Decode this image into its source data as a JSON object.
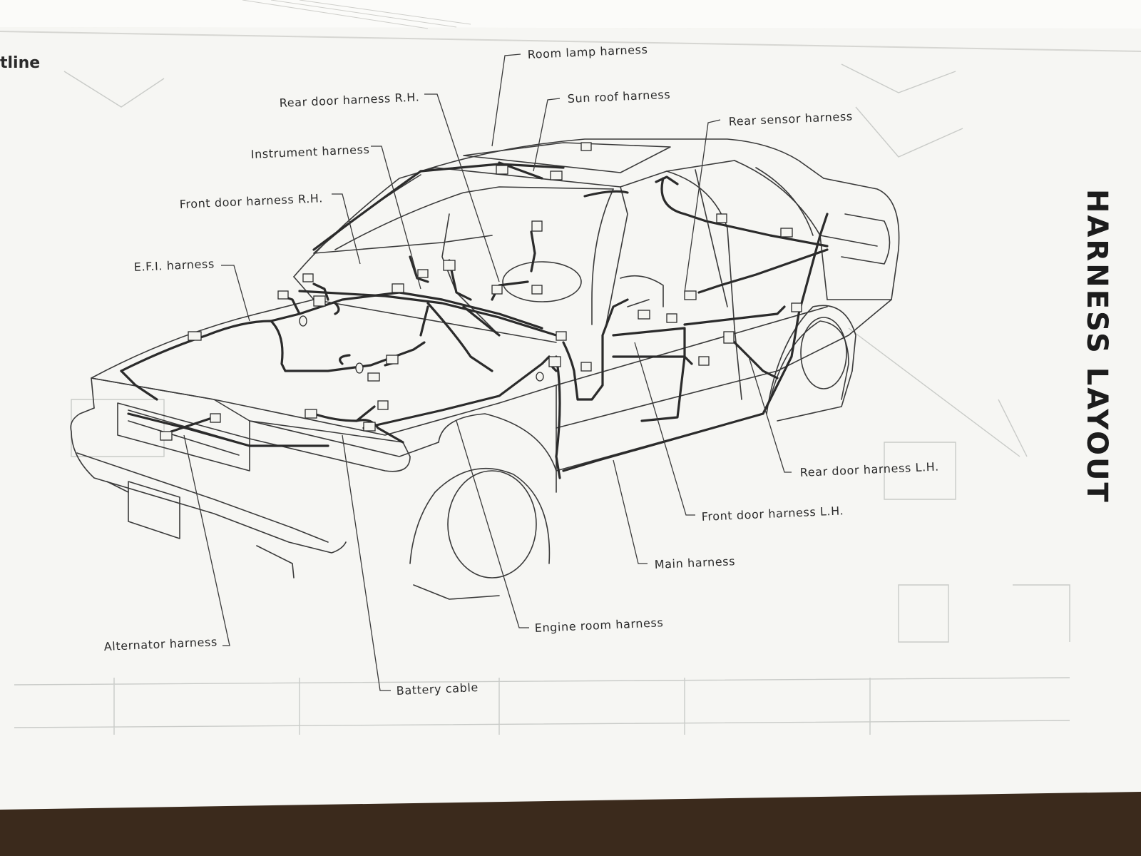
{
  "page": {
    "running_head": "tline",
    "title": "HARNESS LAYOUT"
  },
  "labels": {
    "room_lamp_harness": "Room lamp harness",
    "sun_roof_harness": "Sun roof harness",
    "rear_door_harness_rh": "Rear door harness R.H.",
    "instrument_harness": "Instrument harness",
    "rear_sensor_harness": "Rear sensor harness",
    "front_door_harness_rh": "Front door harness R.H.",
    "efi_harness": "E.F.I. harness",
    "rear_door_harness_lh": "Rear door harness L.H.",
    "front_door_harness_lh": "Front door harness L.H.",
    "main_harness": "Main harness",
    "engine_room_harness": "Engine room harness",
    "alternator_harness": "Alternator harness",
    "battery_cable": "Battery cable"
  },
  "colors": {
    "paper": "#f6f6f3",
    "ink": "#2a2a2a",
    "table": "#3b2a1c"
  }
}
